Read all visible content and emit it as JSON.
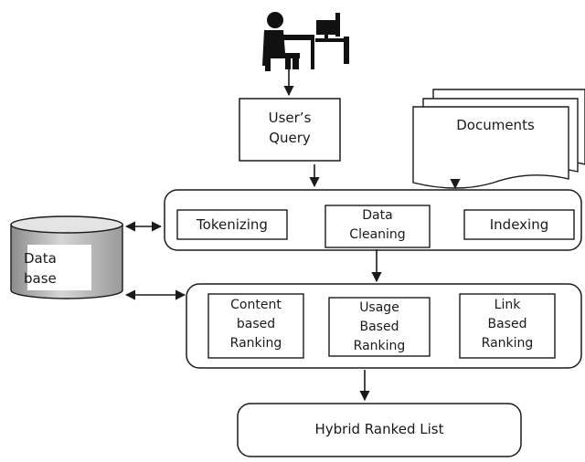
{
  "user_query": {
    "line1": "User’s",
    "line2": "Query"
  },
  "documents": {
    "label": "Documents"
  },
  "preprocess": {
    "tokenizing": "Tokenizing",
    "cleaning": {
      "line1": "Data",
      "line2": "Cleaning"
    },
    "indexing": "Indexing"
  },
  "database": {
    "line1": "Data",
    "line2": "base"
  },
  "ranking": {
    "content": {
      "line1": "Content",
      "line2": "based",
      "line3": "Ranking"
    },
    "usage": {
      "line1": "Usage",
      "line2": "Based",
      "line3": "Ranking"
    },
    "link": {
      "line1": "Link",
      "line2": "Based",
      "line3": "Ranking"
    }
  },
  "output": {
    "label": "Hybrid Ranked List"
  }
}
